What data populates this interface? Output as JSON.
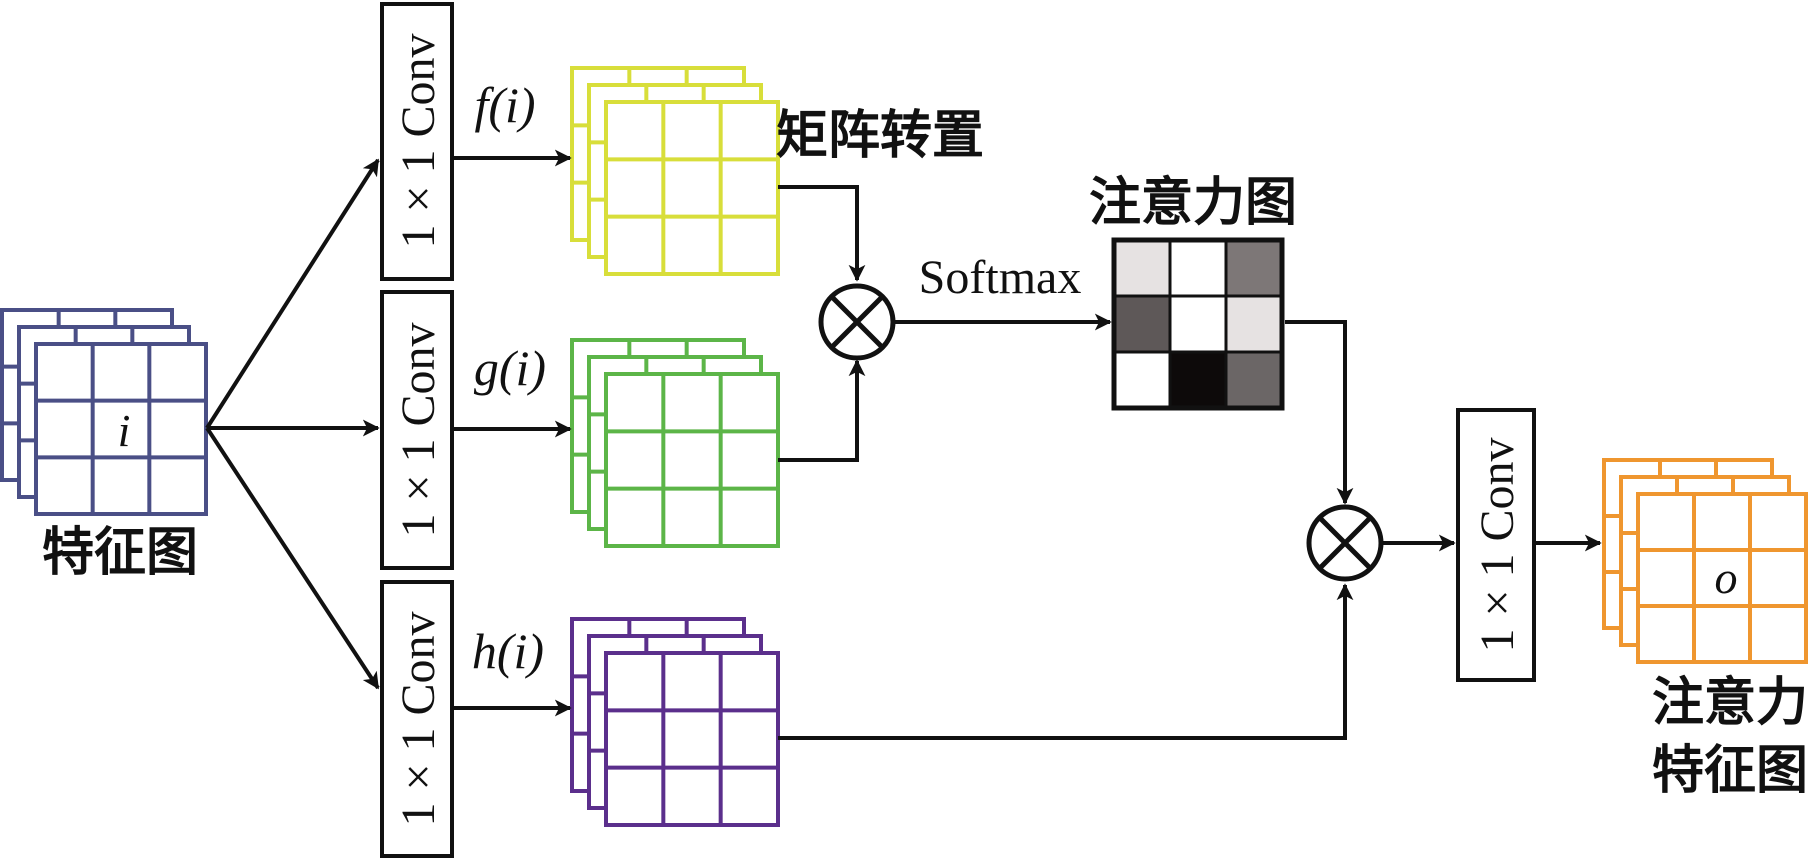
{
  "labels": {
    "input_feature_map": "特征图",
    "input_pos": "i",
    "conv_label": "1 × 1 Conv",
    "f_label": "f(i)",
    "g_label": "g(i)",
    "h_label": "h(i)",
    "transpose": "矩阵转置",
    "softmax": "Softmax",
    "attention_map": "注意力图",
    "output_line1": "注意力",
    "output_line2": "特征图",
    "output_pos": "o"
  },
  "colors": {
    "input_grid": "#4a4f86",
    "f_grid": "#d8de3a",
    "g_grid": "#5cb548",
    "h_grid": "#5b2f8c",
    "output_grid": "#ef962f",
    "line": "#111111"
  },
  "attention_cells": [
    [
      "#e6e2e2",
      "#ffffff",
      "#7d7777"
    ],
    [
      "#5e5858",
      "#ffffff",
      "#e6e2e2"
    ],
    [
      "#ffffff",
      "#0d0a0a",
      "#6b6666"
    ]
  ],
  "icons": {
    "multiply": "circle-times-icon",
    "arrow": "arrowhead-icon"
  }
}
